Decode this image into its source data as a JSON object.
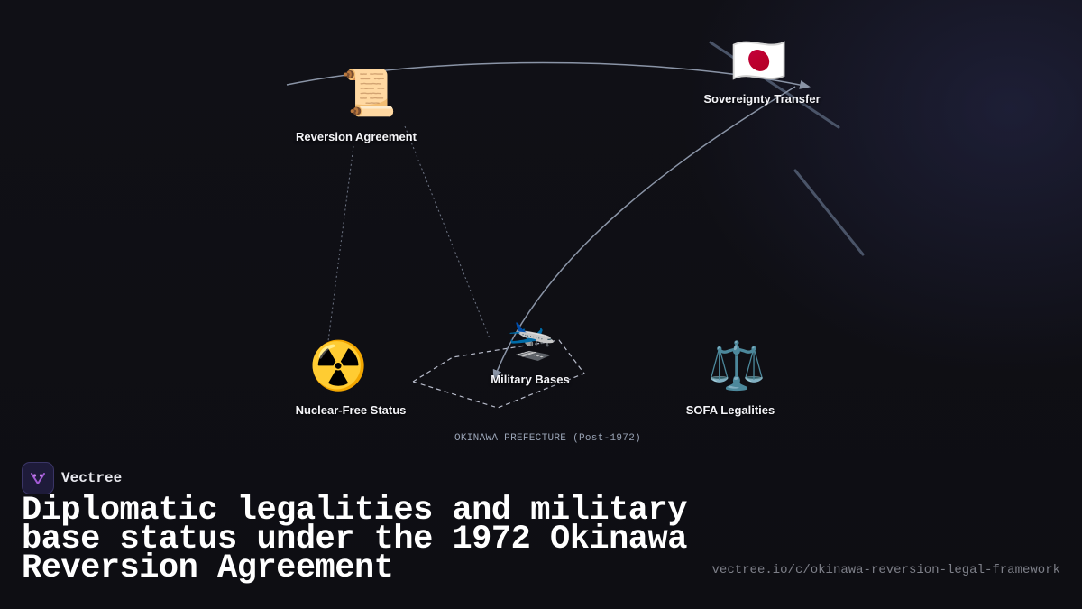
{
  "diagram": {
    "nodes": {
      "reversion": {
        "icon": "📜",
        "icon_name": "scroll-icon",
        "label": "Reversion Agreement"
      },
      "sovereignty": {
        "icon": "🇯🇵",
        "icon_name": "japan-flag-icon",
        "label": "Sovereignty Transfer"
      },
      "nuclear": {
        "icon": "☢️",
        "icon_name": "radioactive-icon",
        "label": "Nuclear-Free Status"
      },
      "military": {
        "icon": "🛬",
        "icon_name": "airplane-landing-icon",
        "label": "Military Bases"
      },
      "sofa": {
        "icon": "⚖️",
        "icon_name": "scales-icon",
        "label": "SOFA Legalities"
      }
    },
    "region_label": "OKINAWA PREFECTURE (Post-1972)",
    "colors": {
      "edge": "#8a94a6",
      "dotted_edge": "#6f7686",
      "region_outline": "#b8bccb",
      "background": "#0f0f14"
    }
  },
  "footer": {
    "brand_name": "Vectree",
    "brand_logo_icon": "vectree-logo-icon",
    "brand_logo_color": "#a35ad6",
    "title": "Diplomatic legalities and military base status under the 1972 Okinawa Reversion Agreement",
    "url": "vectree.io/c/okinawa-reversion-legal-framework"
  }
}
